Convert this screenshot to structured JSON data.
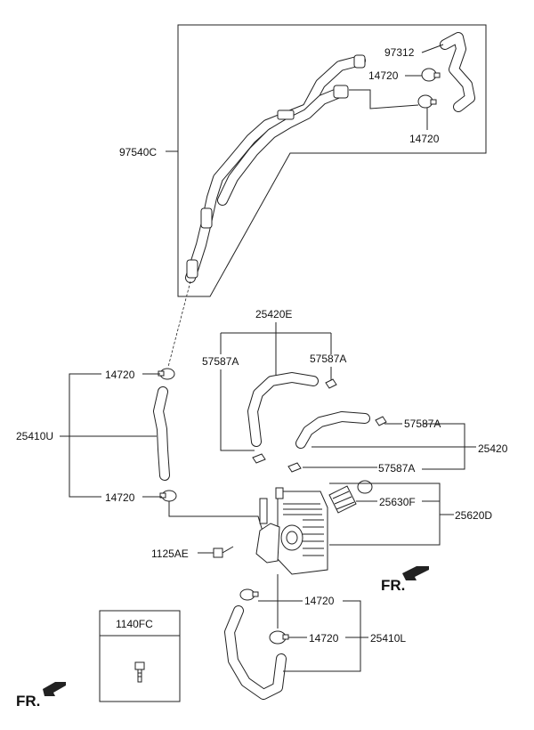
{
  "labels": {
    "p97312": "97312",
    "p14720_top_a": "14720",
    "p14720_top_b": "14720",
    "p97540C": "97540C",
    "p25420E": "25420E",
    "p57587A_1": "57587A",
    "p57587A_2": "57587A",
    "p57587A_3": "57587A",
    "p57587A_4": "57587A",
    "p14720_upper": "14720",
    "p14720_lower": "14720",
    "p25410U": "25410U",
    "p25420": "25420",
    "p25630F": "25630F",
    "p25620D": "25620D",
    "p1125AE": "1125AE",
    "p14720_bot_a": "14720",
    "p14720_bot_b": "14720",
    "p25410L": "25410L",
    "p1140FC": "1140FC"
  },
  "fr_marks": {
    "right": "FR.",
    "left": "FR."
  },
  "icons": {
    "fr_arrow": "direction-arrow-icon"
  }
}
